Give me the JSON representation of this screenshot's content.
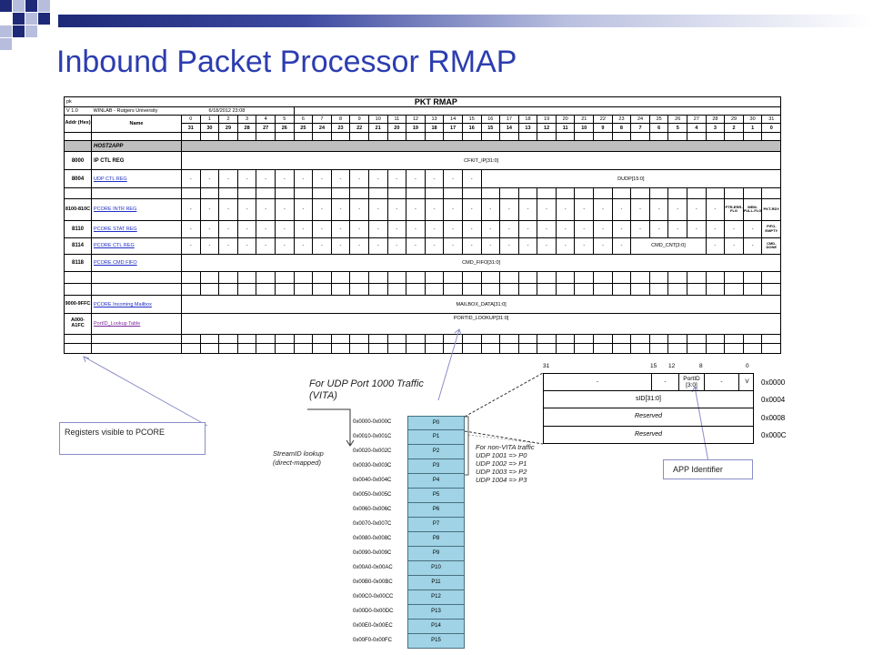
{
  "slide": {
    "title": "Inbound Packet Processor RMAP"
  },
  "rmap": {
    "sheet_name": "pk",
    "version": "V 1.0",
    "org": "WINLAB - Rutgers University",
    "date": "6/18/2012 23:08",
    "table_title": "PKT RMAP",
    "hdr_addr": "Addr (Hex)",
    "hdr_name": "Name",
    "bits_top": [
      "0",
      "1",
      "2",
      "3",
      "4",
      "5",
      "6",
      "7",
      "8",
      "9",
      "10",
      "11",
      "12",
      "13",
      "14",
      "15",
      "16",
      "17",
      "18",
      "19",
      "20",
      "21",
      "22",
      "23",
      "24",
      "25",
      "26",
      "27",
      "28",
      "29",
      "30",
      "31"
    ],
    "bits_bottom": [
      "31",
      "30",
      "29",
      "28",
      "27",
      "26",
      "25",
      "24",
      "23",
      "22",
      "21",
      "20",
      "19",
      "18",
      "17",
      "16",
      "15",
      "14",
      "13",
      "12",
      "11",
      "10",
      "9",
      "8",
      "7",
      "6",
      "5",
      "4",
      "3",
      "2",
      "1",
      "0"
    ],
    "section": "HOST2APP",
    "rows": {
      "ipctl_addr": "8000",
      "ipctl_name": "IP CTL REG",
      "ipctl_field": "CFKIT_IP[31:0]",
      "udpctl_addr": "8004",
      "udpctl_name": "UDP CTL REG",
      "udpctl_field": "DUDP[15:0]",
      "intr_addr": "8100-810C",
      "intr_name": "PCORE INTR REG",
      "intr_f1": "PTR-ERR-FLG",
      "intr_f2": "MEM-FULL-FLG",
      "intr_f3": "PKT-RDY",
      "stat_addr": "8110",
      "stat_name": "PCORE STAT REG",
      "stat_f1": "FIFO-EMPTY",
      "ctl_addr": "8114",
      "ctl_name": "PCORE CTL REG",
      "ctl_field": "CMD_CNT[3:0]",
      "ctl_f1": "CMD-DONE",
      "fifo_addr": "8118",
      "fifo_name": "PCORE CMD FIFO",
      "fifo_field": "CMD_FIFO[31:0]",
      "mbox_addr": "9000-9FFC",
      "mbox_name": "PCORE Incoming Mailbox",
      "mbox_field": "MAILBOX_DATA[31:0]",
      "plk_addr": "A000-A1FC",
      "plk_name": "PortID_Lookup Table",
      "plk_field": "PORTID_LOOKUP[31:0]"
    },
    "dot": "-"
  },
  "callouts": {
    "registers_visible": "Registers visible to PCORE",
    "app_identifier": "APP Identifier",
    "udp_port_note_1": "For UDP Port 1000 Traffic",
    "udp_port_note_2": "(VITA)",
    "streamid_1": "StreamID lookup",
    "streamid_2": "(direct-mapped)",
    "nonvita_1": "For non-VITA traffic",
    "nonvita_2": "UDP 1001 => P0",
    "nonvita_3": "UDP 1002 => P1",
    "nonvita_4": "UDP 1003 => P2",
    "nonvita_5": "UDP 1004 => P3"
  },
  "port_table": {
    "ports": [
      "P0",
      "P1",
      "P2",
      "P3",
      "P4",
      "P5",
      "P6",
      "P7",
      "P8",
      "P9",
      "P10",
      "P11",
      "P12",
      "P13",
      "P14",
      "P15"
    ],
    "addresses": [
      "0x0000-0x000C",
      "0x0010-0x001C",
      "0x0020-0x002C",
      "0x0030-0x003C",
      "0x0040-0x004C",
      "0x0050-0x005C",
      "0x0060-0x006C",
      "0x0070-0x007C",
      "0x0080-0x008C",
      "0x0090-0x009C",
      "0x00A0-0x00AC",
      "0x00B0-0x00BC",
      "0x00C0-0x00CC",
      "0x00D0-0x00DC",
      "0x00E0-0x00EC",
      "0x00F0-0x00FC"
    ]
  },
  "reg_format": {
    "bits": [
      "31",
      "15",
      "12",
      "8",
      "0"
    ],
    "row0": {
      "dash_left": "-",
      "dash_mid": "-",
      "portid_1": "PortID",
      "portid_2": "[3:0]",
      "dash_right": "-",
      "v": "V"
    },
    "row1": "sID[31:0]",
    "row2": "Reserved",
    "row3": "Reserved",
    "addresses": [
      "0x0000",
      "0x0004",
      "0x0008",
      "0x000C"
    ]
  }
}
